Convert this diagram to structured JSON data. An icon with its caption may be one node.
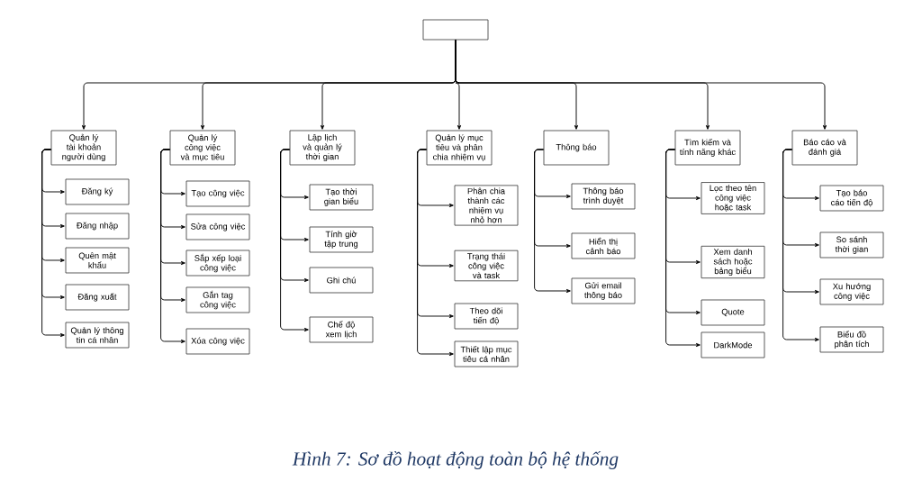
{
  "diagram": {
    "caption": "Hình 7: Sơ đồ hoạt động toàn bộ hệ thống",
    "nodes": [
      {
        "text": [],
        "shape": "box"
      },
      {
        "text": [
          "Quản lý tài khoản người dùng"
        ]
      },
      {
        "text": [
          "Đăng ký"
        ]
      },
      {
        "text": [
          "Đăng nhập"
        ]
      },
      {
        "text": [
          "Quên mật khẩu"
        ]
      },
      {
        "text": [
          "Đăng xuất"
        ]
      },
      {
        "text": [
          "Quản lý thông tin cá nhân"
        ]
      },
      {
        "text": [
          "Quản lý công việc và mục tiêu"
        ]
      },
      {
        "text": [
          "Tạo công việc"
        ]
      },
      {
        "text": [
          "Sửa công việc"
        ]
      },
      {
        "text": [
          "Sắp xếp loại công việc"
        ]
      },
      {
        "text": [
          "Gắn tag công việc"
        ]
      },
      {
        "text": [
          "Xóa công việc"
        ]
      },
      {
        "text": [
          "Lập lịch và quản lý thời gian"
        ]
      },
      {
        "text": [
          "Tạo thời gian biểu"
        ]
      },
      {
        "text": [
          "Tính giờ tập trung"
        ]
      },
      {
        "text": [
          "Ghi chú"
        ]
      },
      {
        "text": [
          "Chế độ xem lịch"
        ]
      },
      {
        "text": [
          "Quản lý mục tiêu và phân chia nhiệm vụ"
        ]
      },
      {
        "text": [
          "Phân chia thành các nhiệm vụ nhỏ hơn"
        ]
      },
      {
        "text": [
          "Trạng thái công việc và task"
        ]
      },
      {
        "text": [
          "Theo dõi tiến độ"
        ]
      },
      {
        "text": [
          "Thiết lập mục tiêu cá nhân"
        ]
      },
      {
        "text": [
          "Thông báo"
        ]
      },
      {
        "text": [
          "Thông báo trình duyệt"
        ]
      },
      {
        "text": [
          "Hiển thị cảnh báo"
        ]
      },
      {
        "text": [
          "Gửi email thông báo"
        ]
      },
      {
        "text": [
          "Tìm kiếm và tính năng khác"
        ]
      },
      {
        "text": [
          "Lọc theo tên công việc hoặc task"
        ]
      },
      {
        "text": [
          "Xem danh sách hoặc bảng biểu"
        ]
      },
      {
        "text": [
          "Quote"
        ]
      },
      {
        "text": [
          "DarkMode"
        ]
      },
      {
        "text": [
          "Báo cáo và đánh giá"
        ]
      },
      {
        "text": [
          "Tạo báo cáo tiến độ"
        ]
      },
      {
        "text": [
          "So sánh thời gian"
        ]
      },
      {
        "text": [
          "Xu hướng công việc"
        ]
      },
      {
        "text": [
          "Biểu đồ phân tích"
        ]
      }
    ],
    "edges": [
      {
        "from": 0,
        "to": 1,
        "arrow": "to"
      },
      {
        "from": 0,
        "to": 7,
        "arrow": "to"
      },
      {
        "from": 0,
        "to": 13,
        "arrow": "to"
      },
      {
        "from": 0,
        "to": 18,
        "arrow": "to"
      },
      {
        "from": 0,
        "to": 23,
        "arrow": "to"
      },
      {
        "from": 0,
        "to": 27,
        "arrow": "to"
      },
      {
        "from": 0,
        "to": 32,
        "arrow": "to"
      },
      {
        "from": 1,
        "to": 2,
        "arrow": "to"
      },
      {
        "from": 1,
        "to": 3,
        "arrow": "to"
      },
      {
        "from": 1,
        "to": 4,
        "arrow": "to"
      },
      {
        "from": 1,
        "to": 5,
        "arrow": "to"
      },
      {
        "from": 1,
        "to": 6,
        "arrow": "to"
      },
      {
        "from": 7,
        "to": 8,
        "arrow": "to"
      },
      {
        "from": 7,
        "to": 9,
        "arrow": "to"
      },
      {
        "from": 7,
        "to": 10,
        "arrow": "to"
      },
      {
        "from": 7,
        "to": 11,
        "arrow": "to"
      },
      {
        "from": 7,
        "to": 12,
        "arrow": "to"
      },
      {
        "from": 13,
        "to": 14,
        "arrow": "to"
      },
      {
        "from": 13,
        "to": 15,
        "arrow": "to"
      },
      {
        "from": 13,
        "to": 16,
        "arrow": "to"
      },
      {
        "from": 13,
        "to": 17,
        "arrow": "to"
      },
      {
        "from": 18,
        "to": 19,
        "arrow": "to"
      },
      {
        "from": 18,
        "to": 20,
        "arrow": "to"
      },
      {
        "from": 18,
        "to": 21,
        "arrow": "to"
      },
      {
        "from": 18,
        "to": 22,
        "arrow": "to"
      },
      {
        "from": 23,
        "to": 24,
        "arrow": "to"
      },
      {
        "from": 23,
        "to": 25,
        "arrow": "to"
      },
      {
        "from": 23,
        "to": 26,
        "arrow": "to"
      },
      {
        "from": 27,
        "to": 28,
        "arrow": "to"
      },
      {
        "from": 27,
        "to": 29,
        "arrow": "to"
      },
      {
        "from": 27,
        "to": 30,
        "arrow": "to"
      },
      {
        "from": 27,
        "to": 31,
        "arrow": "to"
      },
      {
        "from": 32,
        "to": 33,
        "arrow": "to"
      },
      {
        "from": 32,
        "to": 34,
        "arrow": "to"
      },
      {
        "from": 32,
        "to": 35,
        "arrow": "to"
      },
      {
        "from": 32,
        "to": 36,
        "arrow": "to"
      }
    ]
  }
}
